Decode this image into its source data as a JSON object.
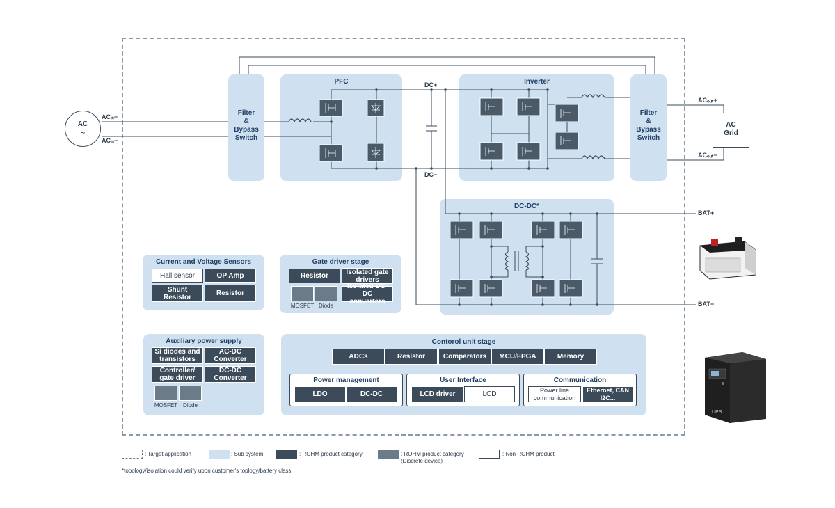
{
  "ac_source": {
    "label": "AC",
    "symbol": "~",
    "in_plus": "ACᵢₙ+",
    "in_minus": "ACᵢₙ−"
  },
  "filter_in": {
    "label": "Filter\n&\nBypass\nSwitch"
  },
  "filter_out": {
    "label": "Filter\n&\nBypass\nSwitch"
  },
  "pfc": {
    "title": "PFC"
  },
  "bus": {
    "dc_plus": "DC+",
    "dc_minus": "DC−"
  },
  "inverter": {
    "title": "Inverter"
  },
  "ac_grid": {
    "label": "AC\nGrid",
    "out_plus": "ACₒᵤₜ+",
    "out_minus": "ACₒᵤₜ−"
  },
  "dcdc": {
    "title": "DC-DC*"
  },
  "battery": {
    "bat_plus": "BAT+",
    "bat_minus": "BAT−"
  },
  "sensors": {
    "title": "Current and Voltage Sensors",
    "hall": "Hall sensor",
    "opamp": "OP Amp",
    "shunt": "Shunt\nResistor",
    "resistor": "Resistor"
  },
  "gate_driver": {
    "title": "Gate driver stage",
    "resistor": "Resistor",
    "iso_gate": "Isolated gate\ndrivers",
    "iso_dcdc": "Isolated DC-DC\nconverters",
    "mosfet": "MOSFET",
    "diode": "Diode"
  },
  "aux": {
    "title": "Auxiliary power supply",
    "si": "Si diodes and\ntransistors",
    "acdc": "AC-DC\nConverter",
    "ctrl": "Controller/\ngate driver",
    "dcdc": "DC-DC\nConverter",
    "mosfet": "MOSFET",
    "diode": "Diode"
  },
  "control": {
    "title": "Contorol unit stage",
    "adcs": "ADCs",
    "resistor": "Resistor",
    "comparators": "Comparators",
    "mcu": "MCU/FPGA",
    "memory": "Memory",
    "power_mgmt": {
      "title": "Power management",
      "ldo": "LDO",
      "dcdc": "DC-DC"
    },
    "user_if": {
      "title": "User Interface",
      "lcd_driver": "LCD driver",
      "lcd": "LCD"
    },
    "comm": {
      "title": "Communication",
      "plc": "Power line\ncommunication",
      "eth": "Ethernet, CAN\nI2C..."
    }
  },
  "ups_label": "UPS",
  "legend": {
    "target": ": Target application",
    "sub": ": Sub system",
    "rohm": ": ROHM product category",
    "rohm_disc": ": ROHM product category\n(Discrete device)",
    "non_rohm": ": Non ROHM product"
  },
  "footnote": "*topology/isolation could verify upon customer's toplogy/battery class",
  "colors": {
    "subsystem": "#cfe0f1",
    "rohm": "#3b4b59",
    "discrete": "#6c7b88",
    "line": "#3b4b59"
  }
}
